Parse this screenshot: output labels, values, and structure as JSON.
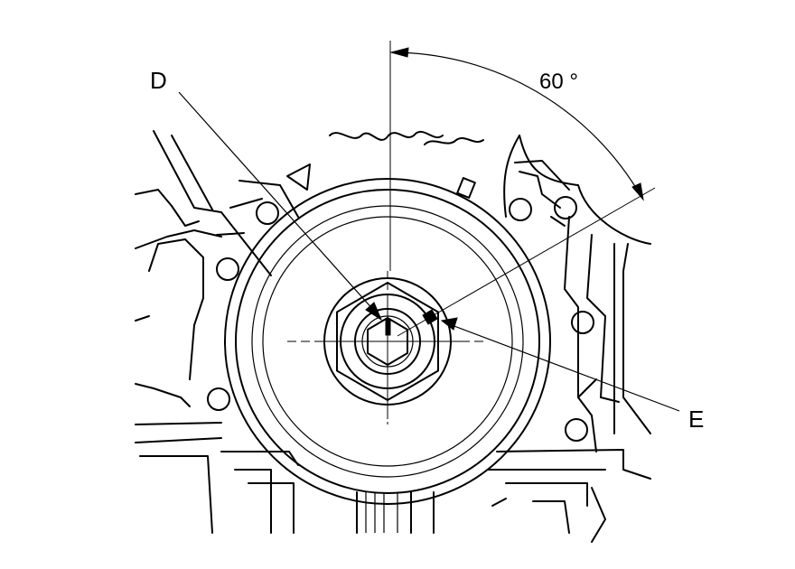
{
  "labels": {
    "d": "D",
    "e": "E",
    "angle": "60 °"
  },
  "colors": {
    "ink": "#000000",
    "paper": "#ffffff"
  }
}
